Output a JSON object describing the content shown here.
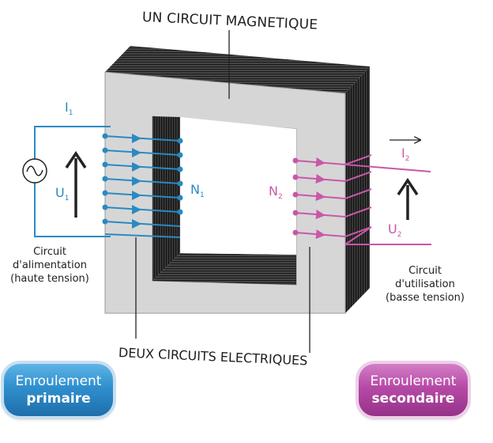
{
  "titles": {
    "core": "UN CIRCUIT MAGNETIQUE",
    "circuits": "DEUX CIRCUITS ELECTRIQUES"
  },
  "primary": {
    "current_symbol": "I",
    "current_sub": "1",
    "voltage_symbol": "U",
    "voltage_sub": "1",
    "turns_symbol": "N",
    "turns_sub": "1",
    "desc_line1": "Circuit",
    "desc_line2": "d'alimentation",
    "desc_line3": "(haute tension)",
    "button_line1": "Enroulement",
    "button_line2": "primaire",
    "color": "#2a8ac2"
  },
  "secondary": {
    "current_symbol": "I",
    "current_sub": "2",
    "voltage_symbol": "U",
    "voltage_sub": "2",
    "turns_symbol": "N",
    "turns_sub": "2",
    "desc_line1": "Circuit",
    "desc_line2": "d'utilisation",
    "desc_line3": "(basse tension)",
    "button_line1": "Enroulement",
    "button_line2": "secondaire",
    "color": "#c957a8"
  },
  "icons": {
    "source": "ac-source-icon",
    "arrow": "arrow-up-icon"
  }
}
